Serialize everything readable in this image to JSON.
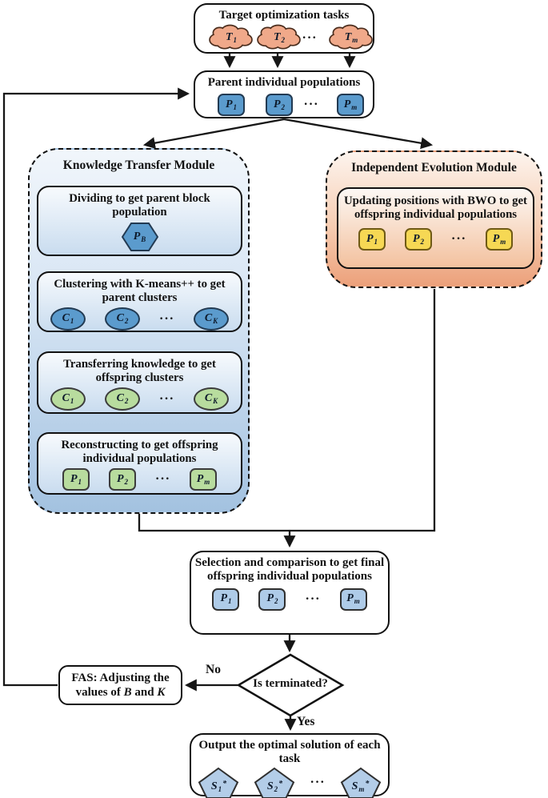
{
  "figure": {
    "type": "flowchart"
  },
  "colors": {
    "task_cloud": "#f0a98a",
    "parent_chip_blue": "#5b9bcd",
    "offspring_chip_green": "#b8dc9e",
    "bwo_chip_yellow": "#f6d854",
    "final_chip_lightblue": "#aecbe8",
    "solution_pentagon": "#b3cde8",
    "ktm_gradient_top": "#f1f6fb",
    "ktm_gradient_bottom": "#a3c2e0",
    "iem_gradient_top": "#fdf4ee",
    "iem_gradient_bottom": "#eca07a"
  },
  "target_tasks": {
    "title": "Target optimization tasks",
    "ellipsis": "···",
    "items": [
      {
        "base": "T",
        "sub": "1"
      },
      {
        "base": "T",
        "sub": "2"
      },
      {
        "base": "T",
        "sub": "m"
      }
    ]
  },
  "parent_populations": {
    "title": "Parent individual populations",
    "ellipsis": "···",
    "items": [
      {
        "base": "P",
        "sub": "1"
      },
      {
        "base": "P",
        "sub": "2"
      },
      {
        "base": "P",
        "sub": "m"
      }
    ]
  },
  "knowledge_transfer": {
    "title": "Knowledge Transfer Module",
    "steps": [
      {
        "label": "Dividing to get parent block population",
        "items": [
          {
            "base": "P",
            "sub": "B"
          }
        ]
      },
      {
        "label": "Clustering with K-means++ to get parent clusters",
        "ellipsis": "···",
        "items": [
          {
            "base": "C",
            "sub": "1"
          },
          {
            "base": "C",
            "sub": "2"
          },
          {
            "base": "C",
            "sub": "K"
          }
        ]
      },
      {
        "label": "Transferring knowledge to get offspring clusters",
        "ellipsis": "···",
        "items": [
          {
            "base": "C",
            "sub": "1"
          },
          {
            "base": "C",
            "sub": "2"
          },
          {
            "base": "C",
            "sub": "K"
          }
        ]
      },
      {
        "label": "Reconstructing to get offspring individual populations",
        "ellipsis": "···",
        "items": [
          {
            "base": "P",
            "sub": "1"
          },
          {
            "base": "P",
            "sub": "2"
          },
          {
            "base": "P",
            "sub": "m"
          }
        ]
      }
    ]
  },
  "independent_evolution": {
    "title": "Independent Evolution Module",
    "step": {
      "label": "Updating positions with BWO to get offspring individual populations",
      "ellipsis": "···",
      "items": [
        {
          "base": "P",
          "sub": "1"
        },
        {
          "base": "P",
          "sub": "2"
        },
        {
          "base": "P",
          "sub": "m"
        }
      ]
    }
  },
  "selection": {
    "title": "Selection and comparison to get final offspring individual populations",
    "ellipsis": "···",
    "items": [
      {
        "base": "P",
        "sub": "1"
      },
      {
        "base": "P",
        "sub": "2"
      },
      {
        "base": "P",
        "sub": "m"
      }
    ]
  },
  "decision": {
    "label": "Is terminated?",
    "no_label": "No",
    "yes_label": "Yes"
  },
  "fas": {
    "line1": "FAS: Adjusting the",
    "line2_prefix": "values of ",
    "var_b": "B",
    "line2_middle": " and ",
    "var_k": "K"
  },
  "output": {
    "title": "Output the optimal solution of each task",
    "ellipsis": "···",
    "items": [
      {
        "base": "S",
        "sub": "1",
        "sup": "*"
      },
      {
        "base": "S",
        "sub": "2",
        "sup": "*"
      },
      {
        "base": "S",
        "sub": "m",
        "sup": "*"
      }
    ]
  }
}
